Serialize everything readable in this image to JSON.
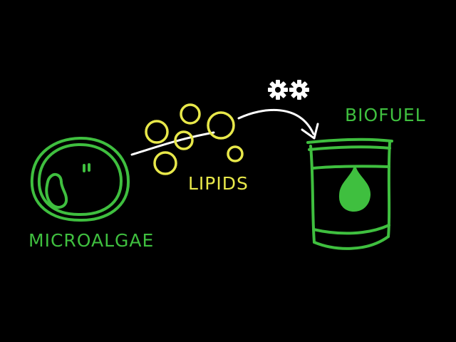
{
  "labels": {
    "microalgae": "MICROALGAE",
    "lipids": "LIPIDS",
    "biofuel": "BIOFUEL"
  },
  "icons": {
    "process": "gears-icon",
    "fuel": "oil-drop-icon"
  },
  "colors": {
    "background": "#000000",
    "green": "#3fbf3f",
    "yellow": "#e8e84a",
    "white": "#ffffff"
  }
}
